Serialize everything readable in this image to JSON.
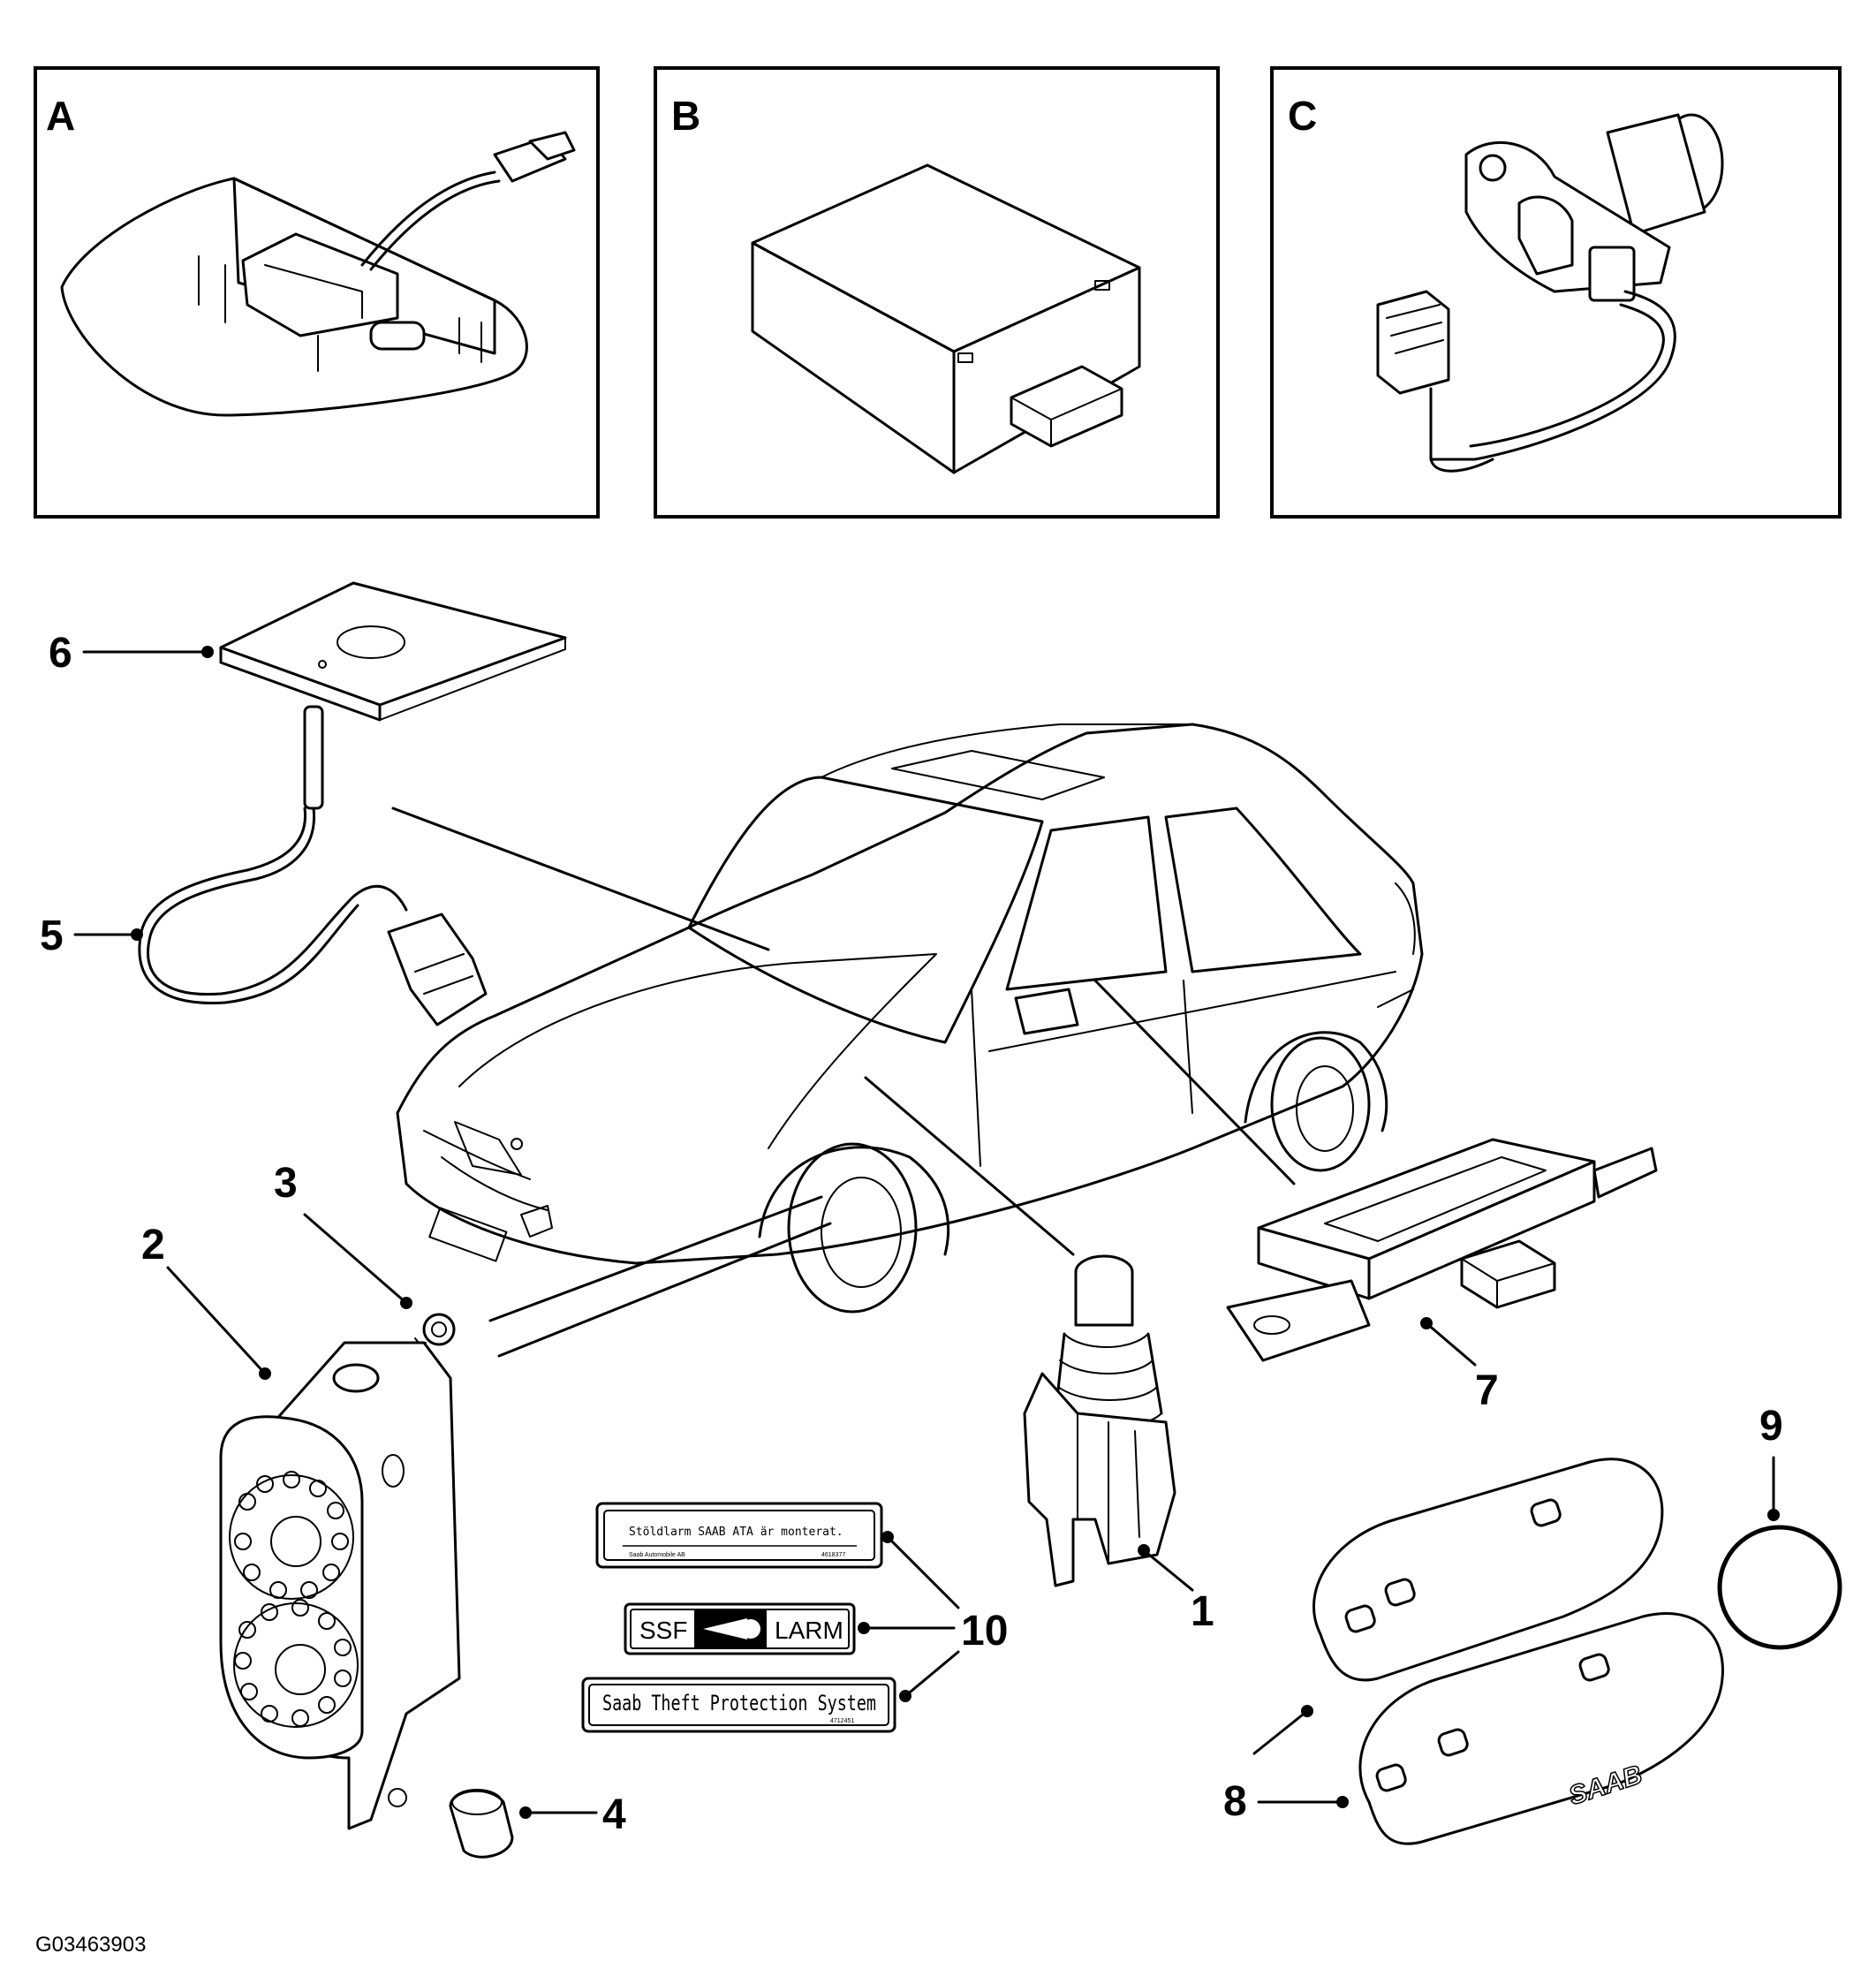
{
  "panels": [
    {
      "letter": "A"
    },
    {
      "letter": "B"
    },
    {
      "letter": "C"
    }
  ],
  "callouts": {
    "c1": "1",
    "c2": "2",
    "c3": "3",
    "c4": "4",
    "c5": "5",
    "c6": "6",
    "c7": "7",
    "c8": "8",
    "c9": "9",
    "c10": "10"
  },
  "decals": {
    "decal1_line1": "Stöldlarm SAAB ATA är monterat.",
    "decal1_line2_left": "Saab Automobile AB",
    "decal1_line2_right": "4618377",
    "decal2_left": "SSF",
    "decal2_right": "LARM",
    "decal3_main": "Saab Theft Protection System",
    "decal3_small": "4712451"
  },
  "figure_id": "G03463903"
}
